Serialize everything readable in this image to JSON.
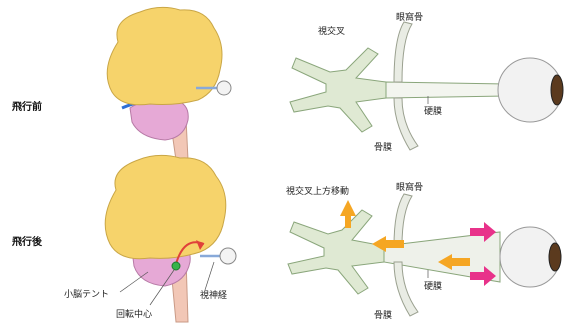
{
  "rows": {
    "before": {
      "label": "飛行前"
    },
    "after": {
      "label": "飛行後"
    }
  },
  "labels": {
    "optic_chiasm": "視交叉",
    "orbital_bone_top": "眼窩骨",
    "sclera_top": "硬膜",
    "periosteum_top": "骨膜",
    "chiasm_shift": "視交叉上方移動",
    "orbital_bone_bottom": "眼窩骨",
    "sclera_bottom": "硬膜",
    "periosteum_bottom": "骨膜",
    "tentorium": "小脳テント",
    "rotation_center": "回転中心",
    "optic_nerve": "視神経"
  },
  "colors": {
    "brain": "#f6d36b",
    "brain_stroke": "#c9a646",
    "cerebellum": "#e6a9d6",
    "tentorium": "#2f6fd6",
    "stem": "#f2c7b6",
    "nerve": "#dfe9d3",
    "nerve_stroke": "#8aa67b",
    "bone": "#e9ece4",
    "arrow_orange": "#f5a623",
    "arrow_pink": "#e8328a",
    "rotation_arrow": "#e0413a",
    "pivot": "#37b34a"
  }
}
